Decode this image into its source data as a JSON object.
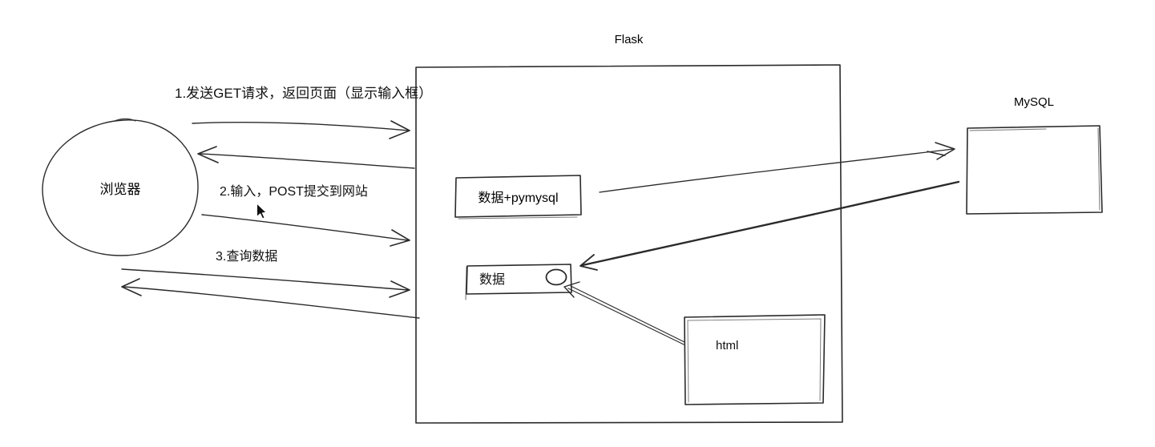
{
  "diagram": {
    "nodes": {
      "browser": {
        "label": "浏览器",
        "shape": "ellipse"
      },
      "flask": {
        "label": "Flask",
        "shape": "rect"
      },
      "mysql": {
        "label": "MySQL",
        "shape": "rect"
      },
      "data_pymysql": {
        "label": "数据+pymysql",
        "shape": "rect"
      },
      "data": {
        "label": "数据",
        "shape": "rect"
      },
      "html": {
        "label": "html",
        "shape": "rect"
      }
    },
    "steps": [
      {
        "label": "1.发送GET请求，返回页面（显示输入框）"
      },
      {
        "label": "2.输入，POST提交到网站"
      },
      {
        "label": "3.查询数据"
      }
    ],
    "edges": [
      {
        "from": "browser",
        "to": "flask",
        "step": 1,
        "direction": "right"
      },
      {
        "from": "flask",
        "to": "browser",
        "step": 1,
        "direction": "left"
      },
      {
        "from": "browser",
        "to": "flask",
        "step": 2,
        "direction": "right"
      },
      {
        "from": "browser",
        "to": "flask",
        "step": 3,
        "direction": "right"
      },
      {
        "from": "flask",
        "to": "browser",
        "step": 3,
        "direction": "left"
      },
      {
        "from": "data_pymysql",
        "to": "mysql",
        "direction": "right"
      },
      {
        "from": "mysql",
        "to": "data",
        "direction": "left"
      },
      {
        "from": "html",
        "to": "data",
        "direction": "left"
      }
    ],
    "icons": {
      "cursor": "mouse-pointer",
      "oval_marker": "oval"
    },
    "colors": {
      "background": "#ffffff",
      "stroke": "#2a2a2a",
      "text": "#111111"
    }
  }
}
